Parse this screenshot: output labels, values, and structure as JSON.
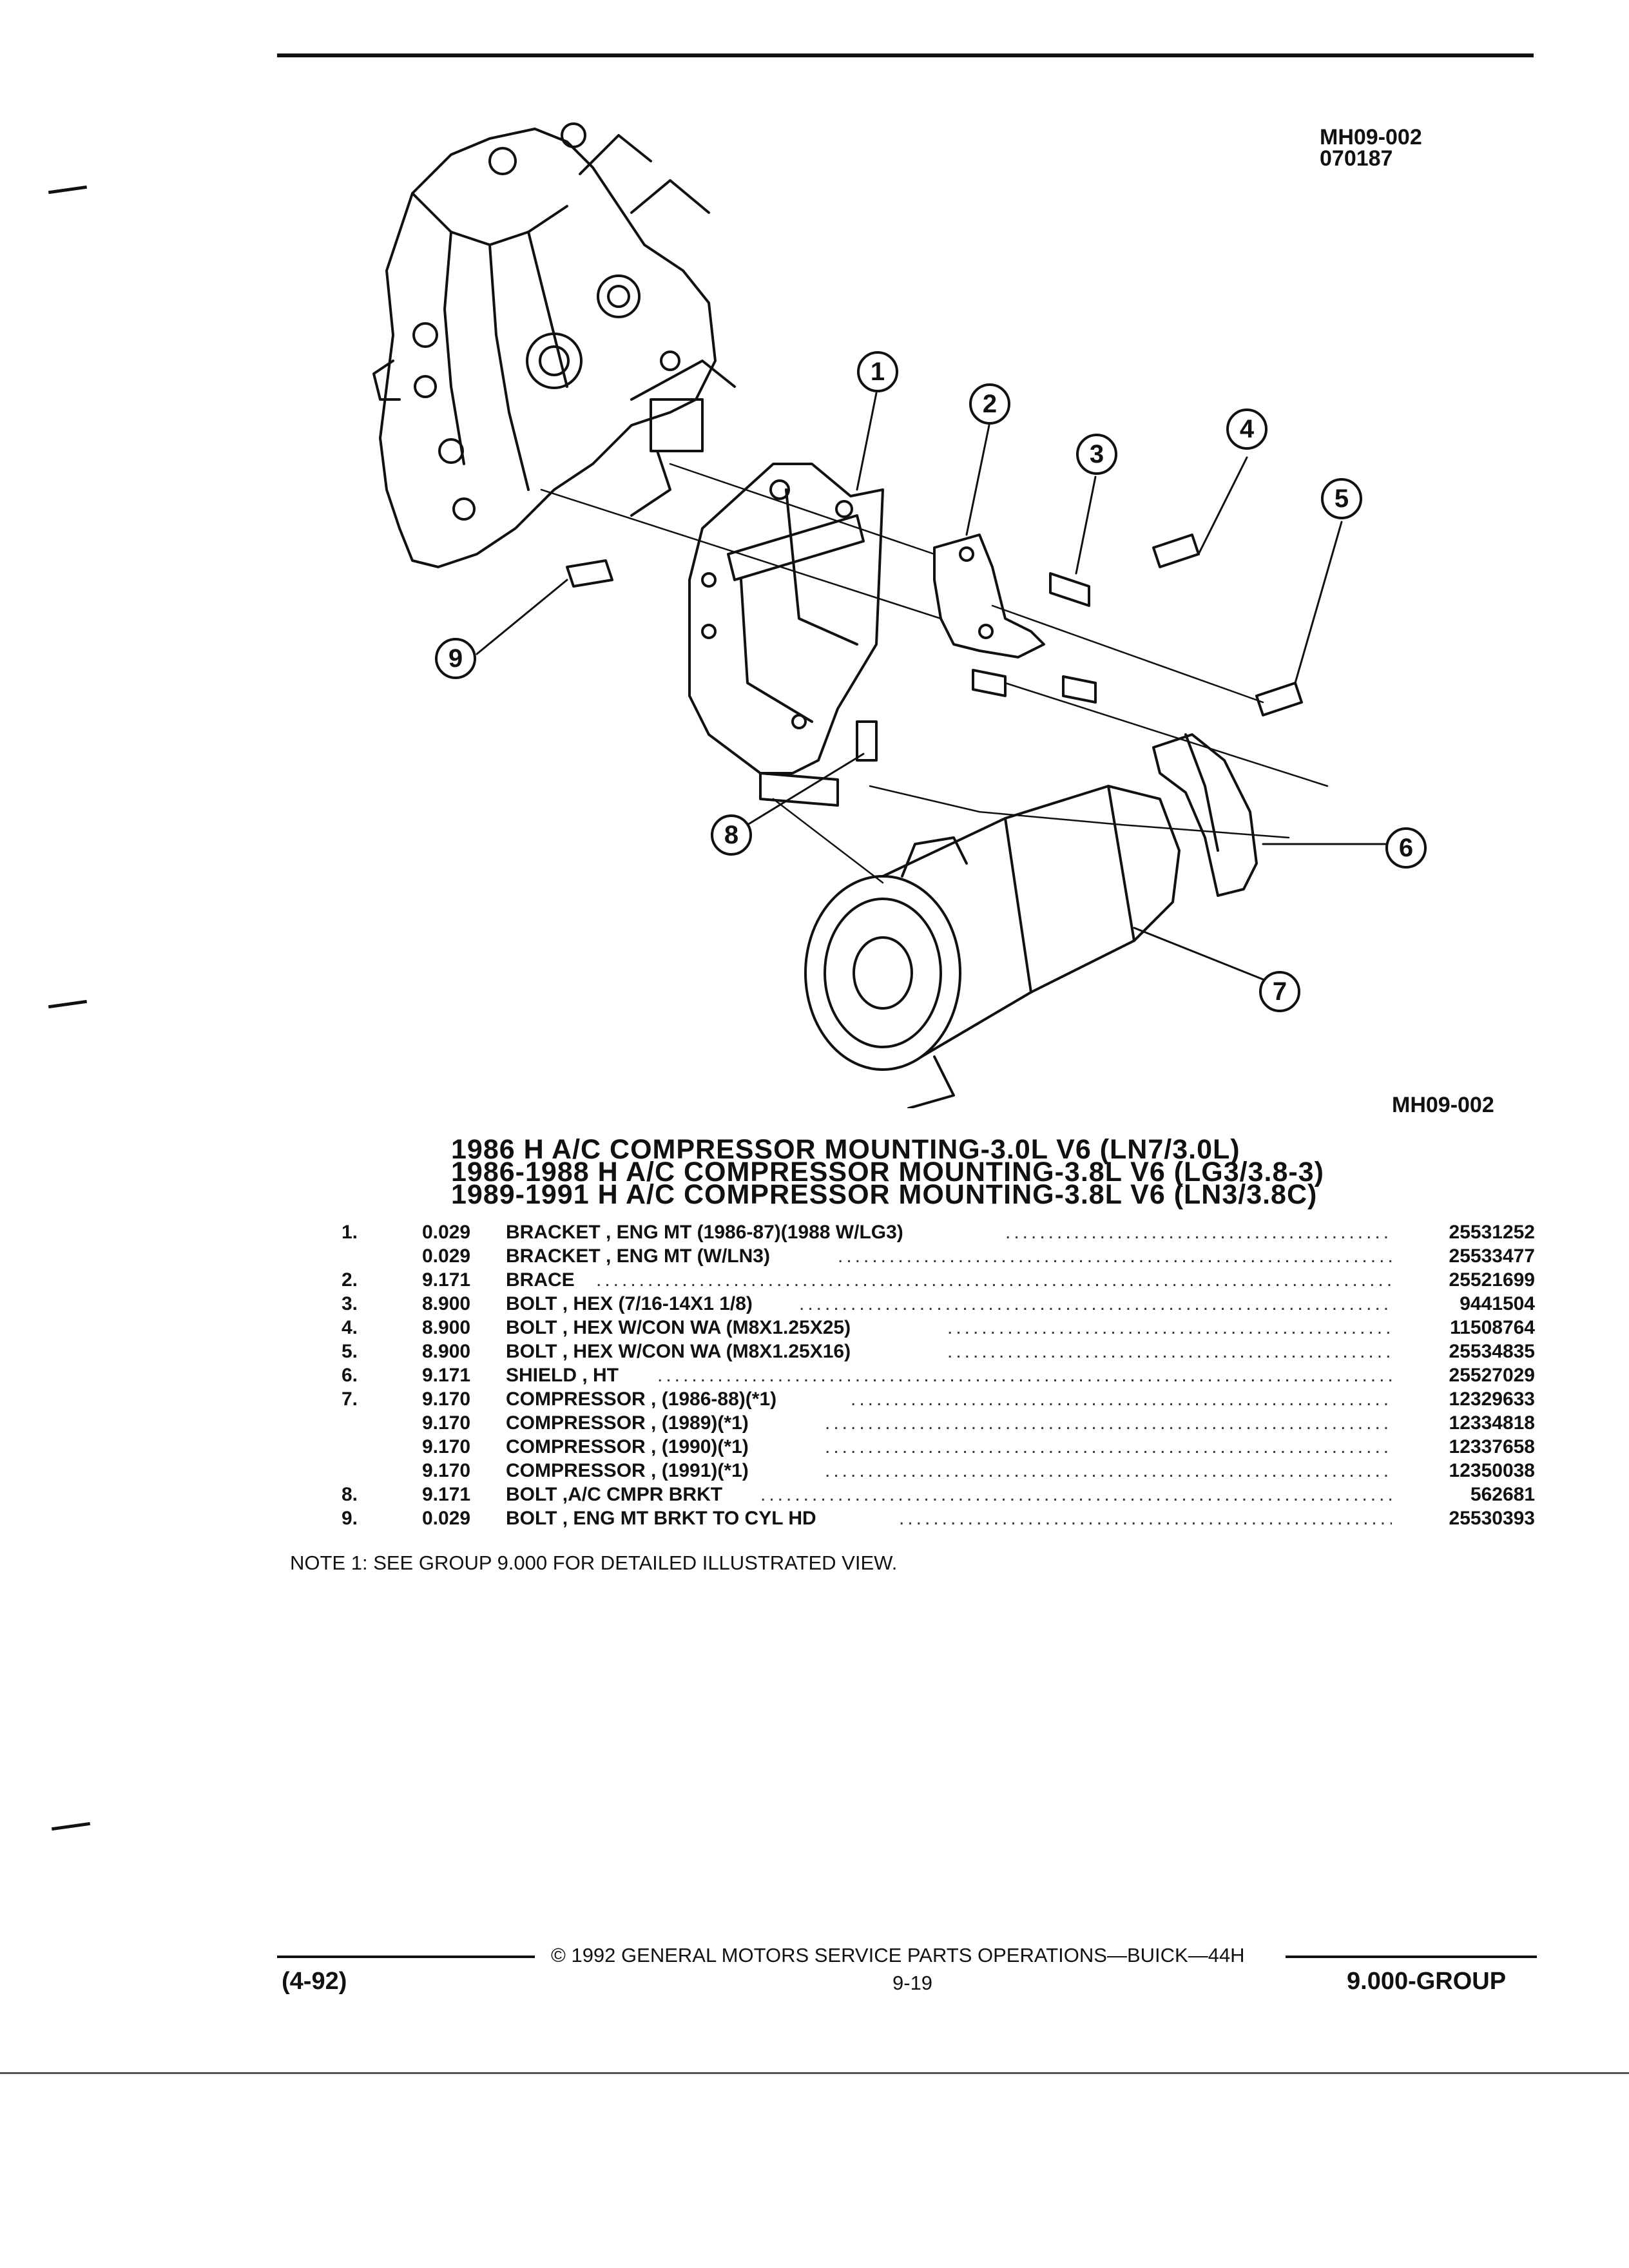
{
  "header": {
    "fig_code": "MH09-002",
    "fig_date": "070187"
  },
  "figure": {
    "caption": "MH09-002",
    "callouts": [
      "1",
      "2",
      "3",
      "4",
      "5",
      "6",
      "7",
      "8",
      "9"
    ]
  },
  "titles": [
    "1986 H A/C COMPRESSOR MOUNTING-3.0L V6 (LN7/3.0L)",
    "1986-1988 H A/C COMPRESSOR MOUNTING-3.8L V6 (LG3/3.8-3)",
    "1989-1991 H A/C COMPRESSOR MOUNTING-3.8L V6 (LN3/3.8C)"
  ],
  "parts": [
    {
      "item": "1.",
      "group": "0.029",
      "desc": "BRACKET , ENG MT (1986-87)(1988 W/LG3)",
      "part": "25531252"
    },
    {
      "item": "",
      "group": "0.029",
      "desc": "BRACKET , ENG MT (W/LN3)",
      "part": "25533477"
    },
    {
      "item": "2.",
      "group": "9.171",
      "desc": "BRACE",
      "part": "25521699"
    },
    {
      "item": "3.",
      "group": "8.900",
      "desc": "BOLT , HEX (7/16-14X1 1/8)",
      "part": "9441504"
    },
    {
      "item": "4.",
      "group": "8.900",
      "desc": "BOLT , HEX W/CON WA (M8X1.25X25)",
      "part": "11508764"
    },
    {
      "item": "5.",
      "group": "8.900",
      "desc": "BOLT , HEX W/CON WA (M8X1.25X16)",
      "part": "25534835"
    },
    {
      "item": "6.",
      "group": "9.171",
      "desc": "SHIELD , HT",
      "part": "25527029"
    },
    {
      "item": "7.",
      "group": "9.170",
      "desc": "COMPRESSOR , (1986-88)(*1)",
      "part": "12329633"
    },
    {
      "item": "",
      "group": "9.170",
      "desc": "COMPRESSOR , (1989)(*1)",
      "part": "12334818"
    },
    {
      "item": "",
      "group": "9.170",
      "desc": "COMPRESSOR , (1990)(*1)",
      "part": "12337658"
    },
    {
      "item": "",
      "group": "9.170",
      "desc": "COMPRESSOR , (1991)(*1)",
      "part": "12350038"
    },
    {
      "item": "8.",
      "group": "9.171",
      "desc": "BOLT ,A/C CMPR BRKT",
      "part": "562681"
    },
    {
      "item": "9.",
      "group": "0.029",
      "desc": "BOLT , ENG MT BRKT TO CYL HD",
      "part": "25530393"
    }
  ],
  "note": "NOTE 1: SEE GROUP 9.000 FOR DETAILED ILLUSTRATED VIEW.",
  "footer": {
    "copyright": "© 1992 GENERAL MOTORS SERVICE PARTS OPERATIONS—BUICK—44H",
    "date": "(4-92)",
    "page": "9-19",
    "group": "9.000-GROUP"
  }
}
